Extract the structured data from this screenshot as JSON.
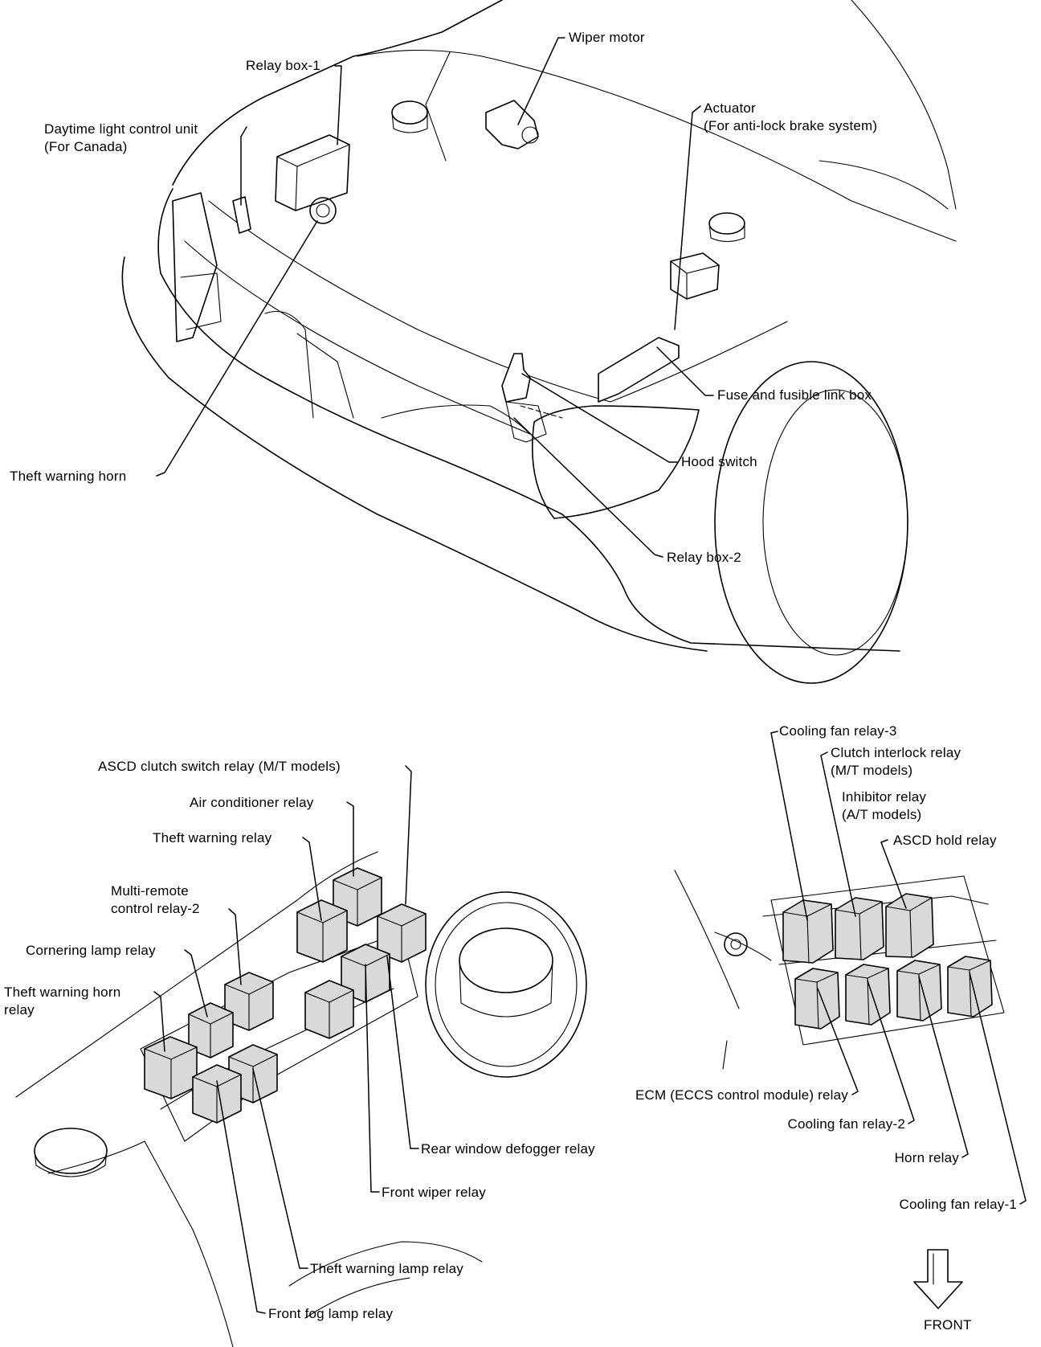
{
  "engine_bay": {
    "wiper_motor": "Wiper motor",
    "relay_box_1": "Relay box-1",
    "daytime_light_control_unit": [
      "Daytime light control unit",
      "(For Canada)"
    ],
    "actuator": [
      "Actuator",
      "(For anti-lock brake system)"
    ],
    "fuse_and_fusible_link_box": "Fuse and fusible link box",
    "hood_switch": "Hood switch",
    "theft_warning_horn": "Theft warning horn",
    "relay_box_2": "Relay box-2"
  },
  "relay_box_2_detail": {
    "ascd_clutch_switch_relay": "ASCD clutch switch relay (M/T models)",
    "air_conditioner_relay": "Air conditioner relay",
    "theft_warning_relay": "Theft warning relay",
    "multi_remote_control_relay_2": [
      "Multi-remote",
      "control relay-2"
    ],
    "cornering_lamp_relay": "Cornering lamp relay",
    "theft_warning_horn_relay": [
      "Theft warning horn",
      "relay"
    ],
    "rear_window_defogger_relay": "Rear window defogger relay",
    "front_wiper_relay": "Front wiper relay",
    "theft_warning_lamp_relay": "Theft warning lamp relay",
    "front_fog_lamp_relay": "Front fog lamp relay"
  },
  "relay_box_1_detail": {
    "cooling_fan_relay_3": "Cooling fan relay-3",
    "clutch_interlock_relay": [
      "Clutch interlock relay",
      "(M/T models)"
    ],
    "inhibitor_relay": [
      "Inhibitor relay",
      "(A/T models)"
    ],
    "ascd_hold_relay": "ASCD hold relay",
    "ecm_relay": "ECM (ECCS control module) relay",
    "cooling_fan_relay_2": "Cooling fan relay-2",
    "horn_relay": "Horn relay",
    "cooling_fan_relay_1": "Cooling fan relay-1"
  },
  "front_indicator": {
    "label": "FRONT",
    "icon": "down-arrow-icon"
  }
}
